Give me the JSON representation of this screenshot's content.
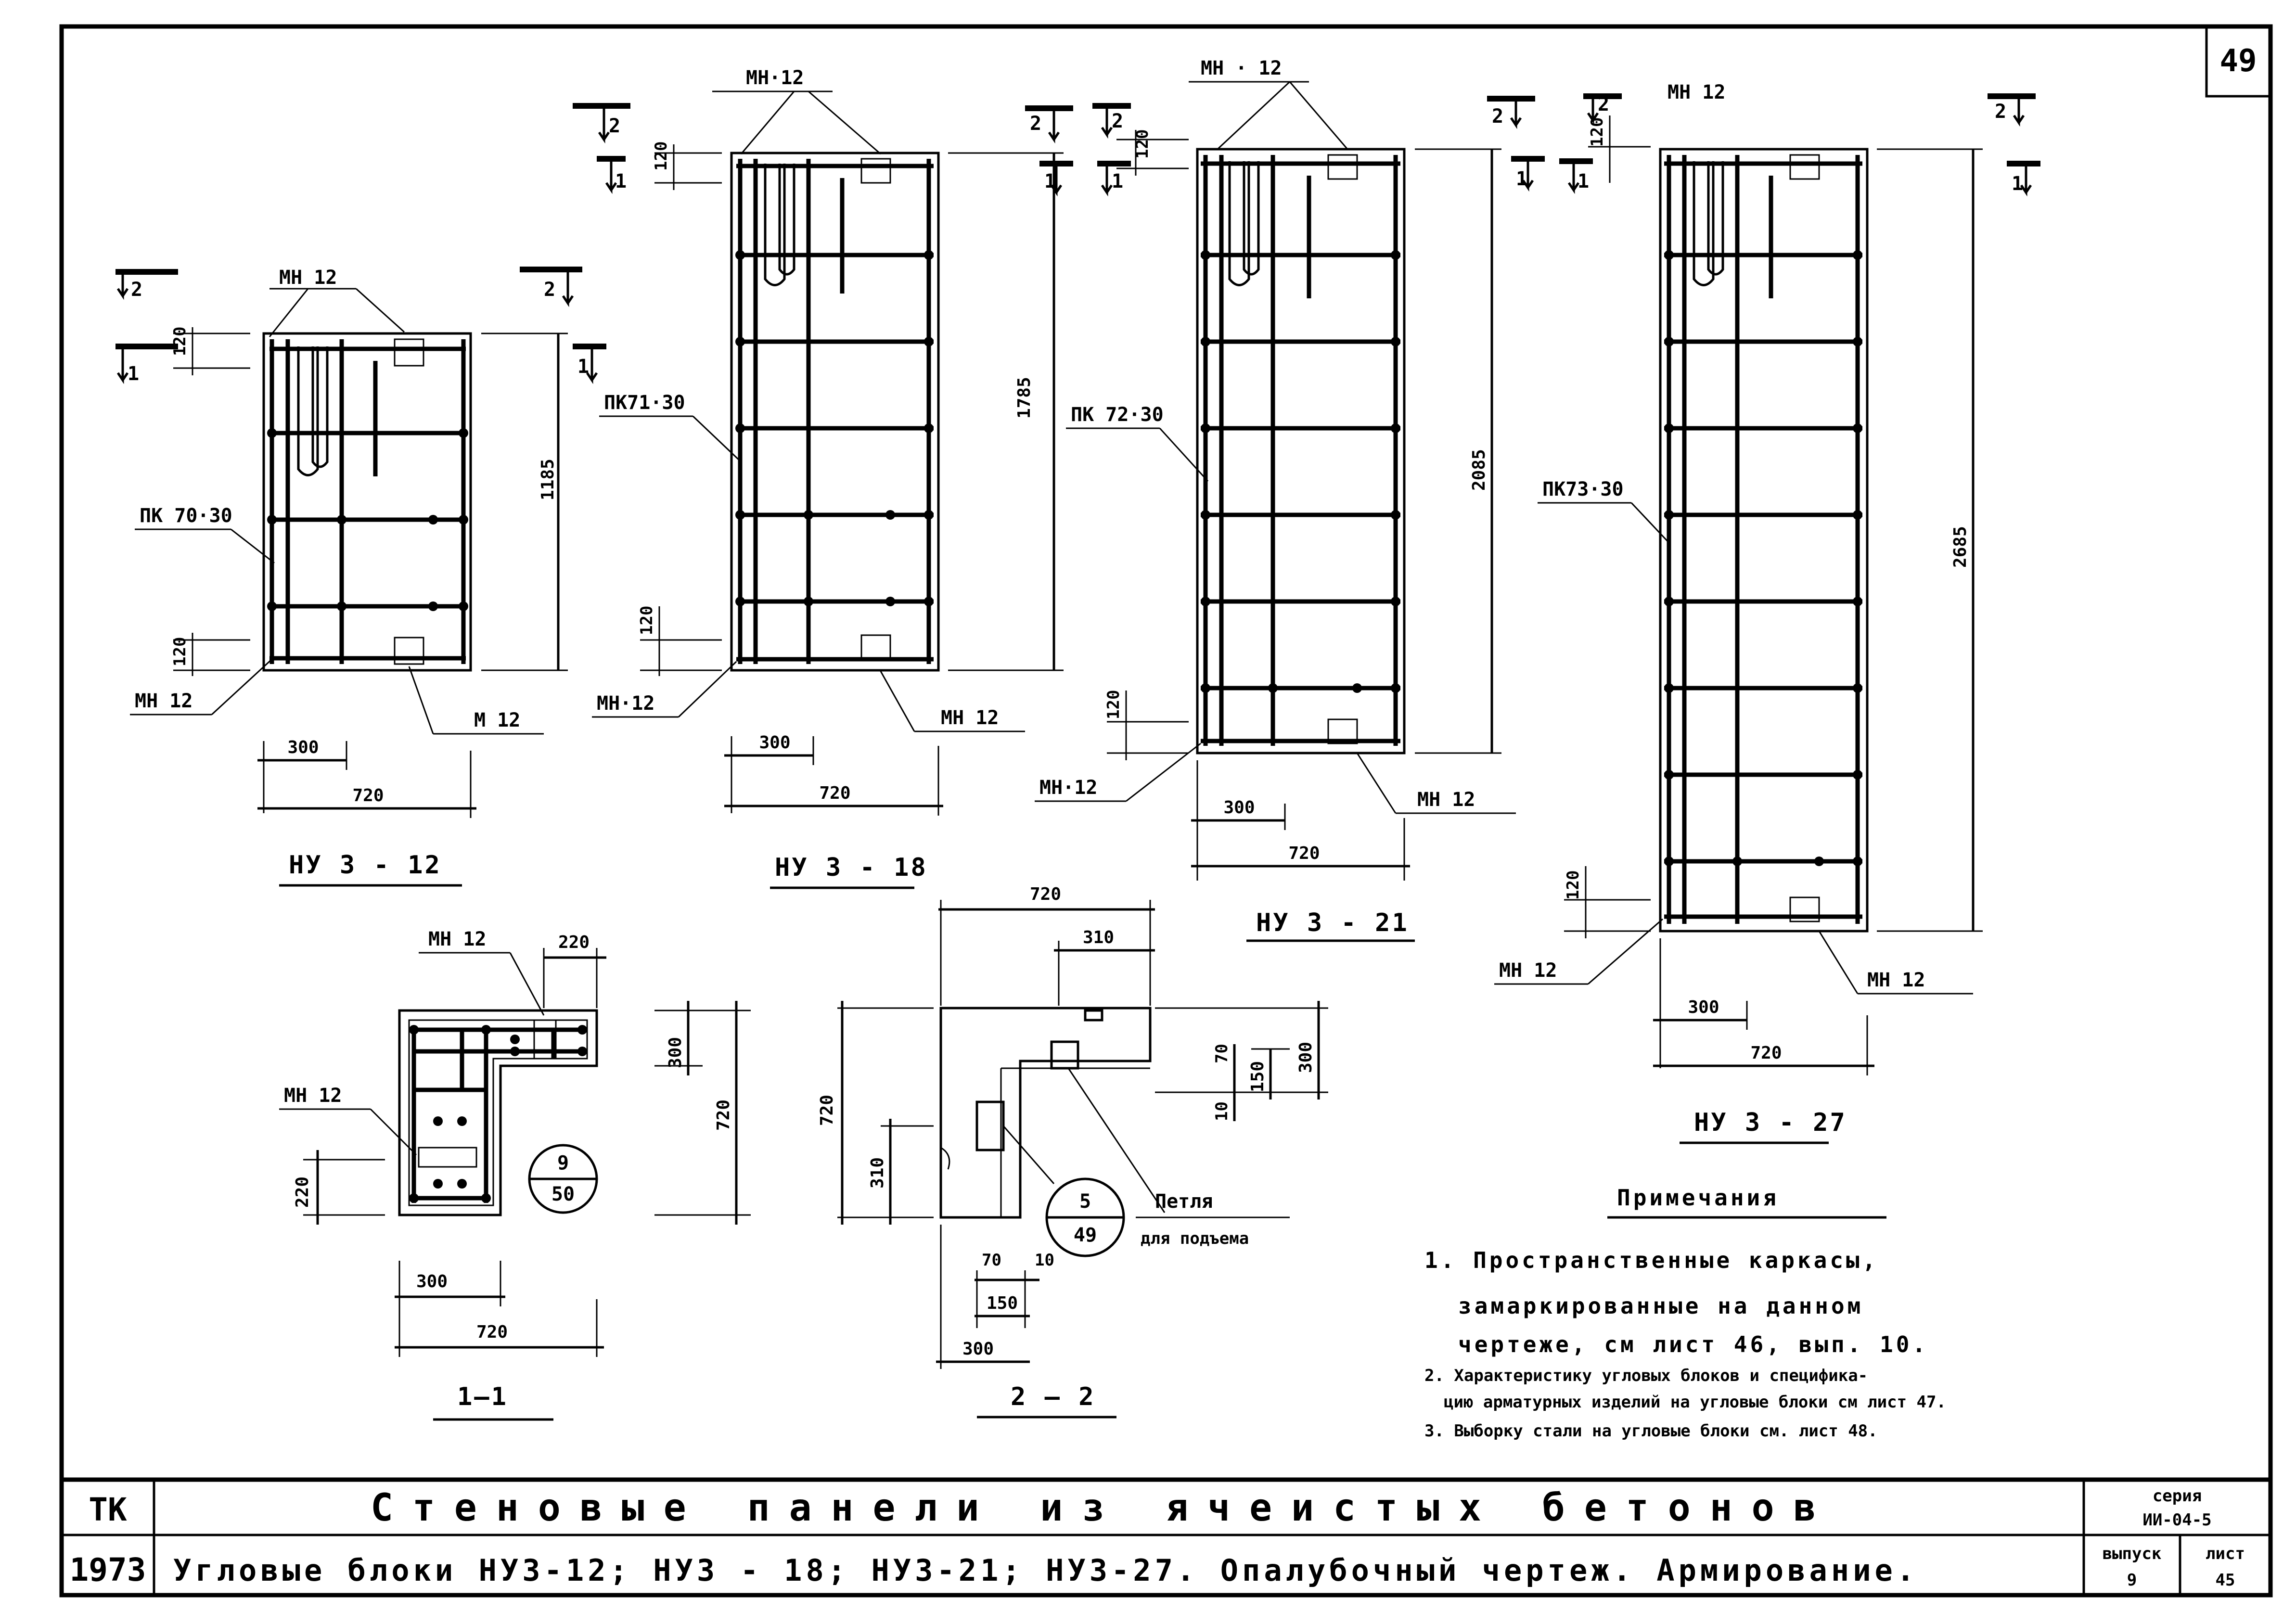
{
  "sheet": {
    "page_number": "49",
    "org": "ТК",
    "year": "1973",
    "title": "Стеновые панели из ячеистых бетонов",
    "subtitle": "Угловые блоки НУ3-12; НУ3 - 18; НУ3-21; НУ3-27. Опалубочный чертеж. Армирование.",
    "series_label": "серия",
    "series_value": "ИИ-04-5",
    "issue_label": "выпуск",
    "issue_value": "9",
    "sheet_label": "лист",
    "sheet_value": "45"
  },
  "blocks": [
    {
      "name": "НУ 3 - 12",
      "frame": "ПК 70·30",
      "height": "1185",
      "w1": "300",
      "w2": "720",
      "mesh_top": "МН 12",
      "mesh_bottom_left": "МН 12",
      "mesh_bottom_right": "М 12",
      "step": "120",
      "step2": "120"
    },
    {
      "name": "НУ 3 - 18",
      "frame": "ПК71·30",
      "height": "1785",
      "w1": "300",
      "w2": "720",
      "mesh_top": "МН·12",
      "mesh_bottom_left": "МН·12",
      "mesh_bottom_right": "МН 12",
      "step": "120",
      "step2": "120"
    },
    {
      "name": "НУ 3 - 21",
      "frame": "ПК 72·30",
      "height": "2085",
      "w1": "300",
      "w2": "720",
      "mesh_top": "МН · 12",
      "mesh_bottom_left": "МН·12",
      "mesh_bottom_right": "МН 12",
      "step": "120",
      "step2": "120"
    },
    {
      "name": "НУ 3 - 27",
      "frame": "ПК73·30",
      "height": "2685",
      "w1": "300",
      "w2": "720",
      "mesh_top": "МН 12",
      "mesh_bottom_left": "МН 12",
      "mesh_bottom_right": "МН 12",
      "step": "120",
      "step2": "120"
    }
  ],
  "section_marks": {
    "s1": "1",
    "s2": "2"
  },
  "section_1_1": {
    "label": "1—1",
    "mesh_top": "МН 12",
    "mesh_left": "МН 12",
    "d_top": "220",
    "d_right_1": "300",
    "d_right_2": "720",
    "d_left": "220",
    "d_bottom_1": "300",
    "d_bottom_2": "720",
    "ref_top": "9",
    "ref_bottom": "50"
  },
  "section_2_2": {
    "label": "2 — 2",
    "d_top": "720",
    "d_top_2": "310",
    "d_left": "720",
    "d_left_2": "310",
    "d_r1": "70",
    "d_r2": "150",
    "d_r3": "300",
    "d_r4": "10",
    "d_b1": "70",
    "d_b2": "10",
    "d_b3": "150",
    "d_b4": "300",
    "ref_top": "5",
    "ref_bottom": "49",
    "loop_1": "Петля",
    "loop_2": "для подъема"
  },
  "notes": {
    "heading": "Примечания",
    "n1a": "1. Пространственные каркасы,",
    "n1b": "замаркированные на данном",
    "n1c": "чертеже, см лист 46, вып. 10.",
    "n2a": "2. Характеристику угловых блоков и специфика-",
    "n2b": "цию арматурных изделий на угловые блоки см лист 47.",
    "n3": "3. Выборку стали на угловые блоки см. лист 48."
  }
}
